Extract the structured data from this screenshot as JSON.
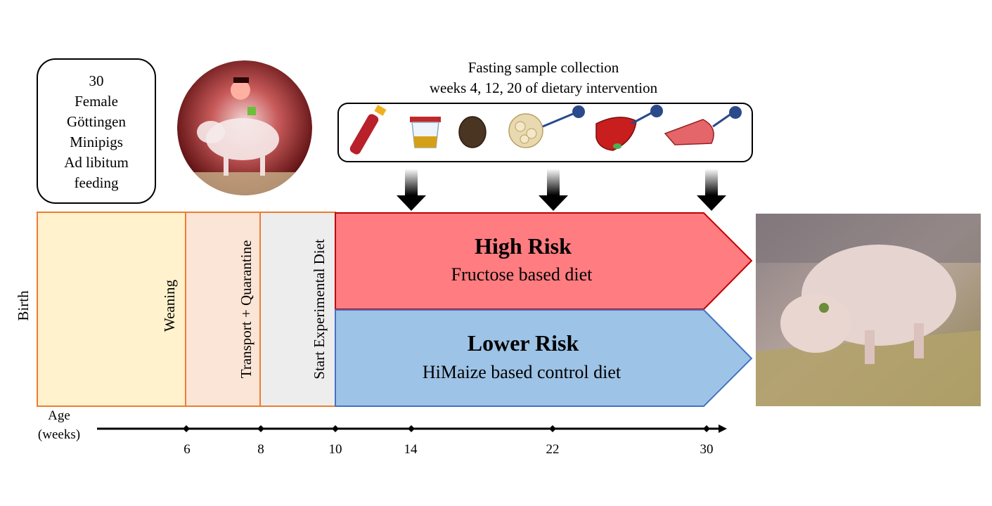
{
  "cohort_box": {
    "lines": [
      "30",
      "Female",
      "Göttingen",
      "Minipigs",
      "Ad libitum",
      "feeding"
    ]
  },
  "sampling": {
    "title_line1": "Fasting sample collection",
    "title_line2": "weeks 4, 12, 20 of dietary intervention",
    "icons": [
      "blood-tube-icon",
      "urine-cup-icon",
      "feces-icon",
      "adipose-biopsy-icon",
      "liver-biopsy-icon",
      "muscle-biopsy-icon"
    ]
  },
  "phases": {
    "birth": "Birth",
    "weaning": "Weaning",
    "transport": "Transport + Quarantine",
    "start_diet": "Start Experimental Diet"
  },
  "groups": {
    "high": {
      "title": "High Risk",
      "subtitle": "Fructose based diet",
      "color": "#ff7c80"
    },
    "low": {
      "title": "Lower Risk",
      "subtitle": "HiMaize based control diet",
      "color": "#9dc3e6"
    }
  },
  "axis": {
    "label_line1": "Age",
    "label_line2": "(weeks)",
    "ticks": [
      "6",
      "8",
      "10",
      "14",
      "22",
      "30"
    ]
  },
  "colors": {
    "phase_birth": "#fff2cc",
    "phase_transport": "#fbe5d6",
    "phase_start": "#ededed",
    "phase_border": "#ed7d31",
    "high_border": "#c00000",
    "low_border": "#4472c4"
  }
}
